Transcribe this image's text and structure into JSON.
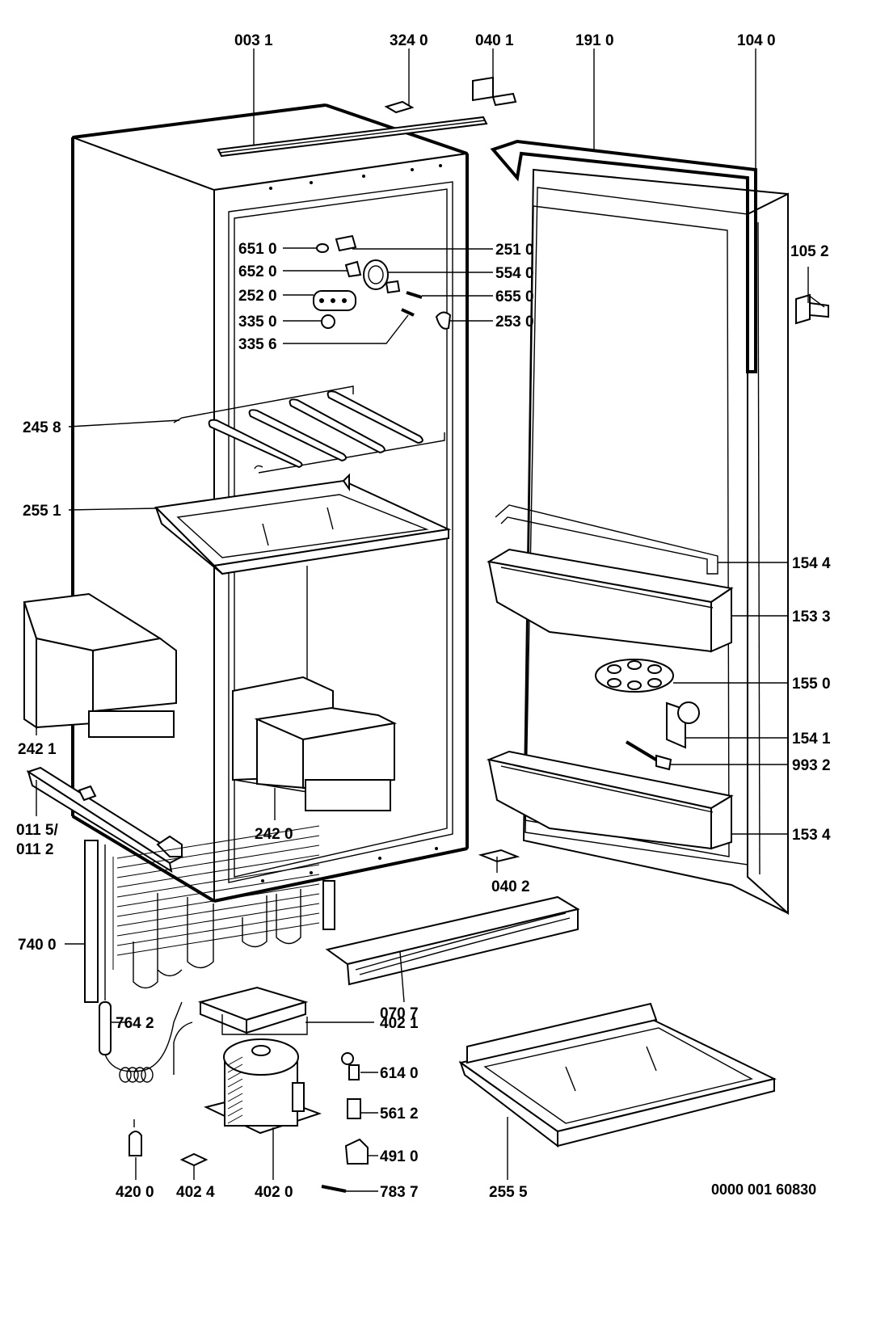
{
  "diagram": {
    "footer_code": "0000 001 60830",
    "labels": [
      {
        "id": "p0031",
        "text": "003 1"
      },
      {
        "id": "p3240",
        "text": "324 0"
      },
      {
        "id": "p0401",
        "text": "040 1"
      },
      {
        "id": "p1910",
        "text": "191 0"
      },
      {
        "id": "p1040",
        "text": "104 0"
      },
      {
        "id": "p6510",
        "text": "651 0"
      },
      {
        "id": "p6520",
        "text": "652 0"
      },
      {
        "id": "p2520",
        "text": "252 0"
      },
      {
        "id": "p3350",
        "text": "335 0"
      },
      {
        "id": "p3356",
        "text": "335 6"
      },
      {
        "id": "p2510",
        "text": "251 0"
      },
      {
        "id": "p5540",
        "text": "554 0"
      },
      {
        "id": "p6550",
        "text": "655 0"
      },
      {
        "id": "p2530",
        "text": "253 0"
      },
      {
        "id": "p1052",
        "text": "105 2"
      },
      {
        "id": "p2458",
        "text": "245 8"
      },
      {
        "id": "p2551",
        "text": "255 1"
      },
      {
        "id": "p1544",
        "text": "154 4"
      },
      {
        "id": "p1533",
        "text": "153 3"
      },
      {
        "id": "p1550",
        "text": "155 0"
      },
      {
        "id": "p1541",
        "text": "154 1"
      },
      {
        "id": "p9932",
        "text": "993 2"
      },
      {
        "id": "p1534",
        "text": "153 4"
      },
      {
        "id": "p2421",
        "text": "242 1"
      },
      {
        "id": "p0115",
        "text": "011 5/"
      },
      {
        "id": "p0112",
        "text": "011 2"
      },
      {
        "id": "p2420",
        "text": "242 0"
      },
      {
        "id": "p0402",
        "text": "040 2"
      },
      {
        "id": "p7400",
        "text": "740 0"
      },
      {
        "id": "p0707",
        "text": "070 7"
      },
      {
        "id": "p7642",
        "text": "764 2"
      },
      {
        "id": "p4021",
        "text": "402 1"
      },
      {
        "id": "p6140",
        "text": "614 0"
      },
      {
        "id": "p5612",
        "text": "561 2"
      },
      {
        "id": "p4910",
        "text": "491 0"
      },
      {
        "id": "p4200",
        "text": "420 0"
      },
      {
        "id": "p4024",
        "text": "402 4"
      },
      {
        "id": "p4020",
        "text": "402 0"
      },
      {
        "id": "p7837",
        "text": "783 7"
      },
      {
        "id": "p2555",
        "text": "255 5"
      }
    ]
  }
}
